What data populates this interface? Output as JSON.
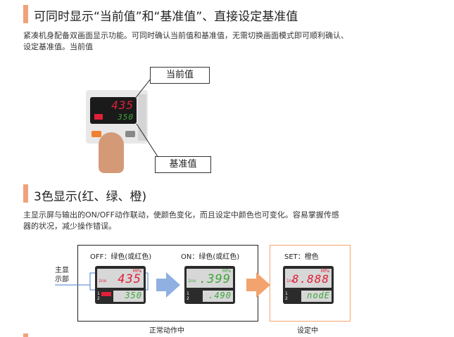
{
  "section1": {
    "title": "可同时显示“当前值”和“基准值”、直接设定基准值",
    "desc_line1": "紧凑机身配备双画面显示功能。可同时确认当前值和基准值，无需切换画面模式即可顺利确认、",
    "desc_line2": "设定基准值。当前值",
    "label_current": "当前值",
    "label_reference": "基准值",
    "device_top_value": "435",
    "device_bottom_value": "350"
  },
  "section2": {
    "title": "3色显示(红、绿、橙)",
    "desc_line1": "主显示屏与输出的ON/OFF动作联动，使颜色变化，而且设定中颜色也可变化。容易掌握传感",
    "desc_line2": "器的状况，减少操作错误。",
    "main_label": "主显\n示部",
    "panels": [
      {
        "caption": "OFF：绿色(或红色)",
        "unit": "MPa",
        "mode": "1no",
        "main": "435",
        "sub": "350"
      },
      {
        "caption": "ON：绿色(或红色)",
        "unit": "MPa",
        "mode": "1no",
        "main": ".399",
        "sub": ".490"
      },
      {
        "caption": "SET：橙色",
        "unit": "MPa",
        "mode": "1no",
        "main": "8.888",
        "sub": "nodE"
      }
    ],
    "group_normal": "正常动作中",
    "group_setting": "设定中"
  },
  "colors": {
    "accent": "#f0a37a",
    "lcd_red": "#e0203a",
    "lcd_green": "#3fa63a",
    "arrow_blue": "#8fb0e0",
    "arrow_orange": "#f2a36e"
  }
}
